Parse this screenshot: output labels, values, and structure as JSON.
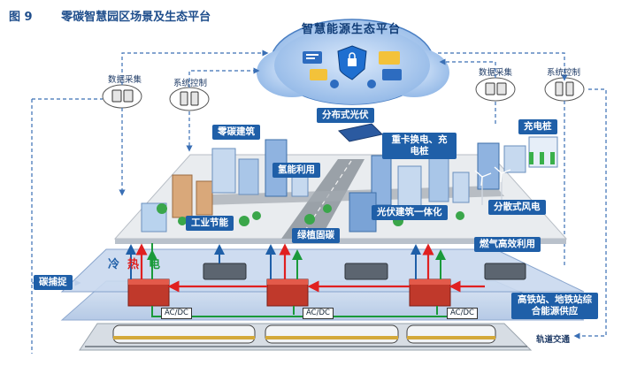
{
  "title": {
    "figure": "图 9",
    "text": "零碳智慧园区场景及生态平台"
  },
  "platform": {
    "title": "智慧能源生态平台"
  },
  "left_stations": {
    "collect": "数据采集",
    "control": "系统控制"
  },
  "right_stations": {
    "collect": "数据采集",
    "control": "系统控制"
  },
  "tags": {
    "zero_building": "零碳建筑",
    "pv_distributed": "分布式光伏",
    "heavy_truck": "重卡换电、充电桩",
    "charging": "充电桩",
    "hydrogen": "氢能利用",
    "bipv": "光伏建筑一体化",
    "wind": "分散式风电",
    "industry": "工业节能",
    "green": "绿植固碳",
    "gas": "燃气高效利用",
    "carbon": "碳捕捉",
    "rail_station": "高铁站、地铁站综合能源供应"
  },
  "legend": {
    "cold": "冷",
    "heat": "热",
    "elec": "电"
  },
  "acdc": [
    "AC/DC",
    "AC/DC",
    "AC/DC"
  ],
  "rail": "轨道交通",
  "colors": {
    "cold": "#1f5fa8",
    "heat": "#e02020",
    "elec": "#1a9a3a",
    "tag": "#1f5fa8"
  }
}
